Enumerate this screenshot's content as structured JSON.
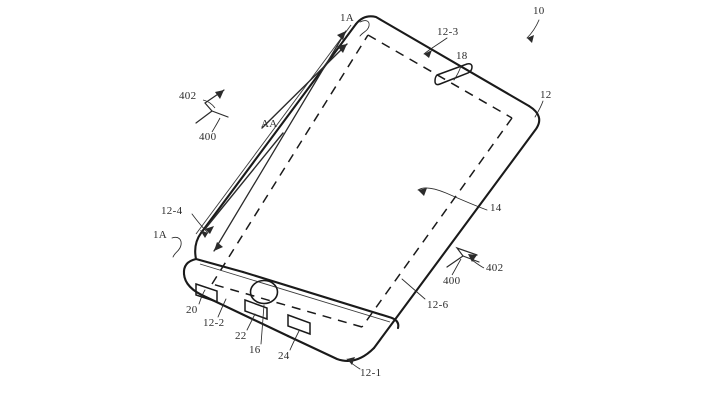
{
  "figure": {
    "type": "patent-drawing",
    "subject": "electronic-device-perspective-view",
    "background_color": "#ffffff",
    "line_color": "#1a1a1a",
    "label_color": "#2b2b2b"
  },
  "labels": {
    "device": "10",
    "housing": "12",
    "housing_top_edge": "12-3",
    "housing_bottom_edge": "12-1",
    "housing_left_edge": "12-2",
    "housing_upper_left": "12-4",
    "housing_right_face": "12-6",
    "display": "14",
    "home_button": "16",
    "speaker_slot": "18",
    "port_left": "20",
    "port_center": "22",
    "port_right": "24",
    "axis_400_upper": "400",
    "axis_402_upper": "402",
    "axis_400_lower": "400",
    "axis_402_lower": "402",
    "section_top": "1A",
    "section_left": "1A",
    "dimension_aa": "AA"
  }
}
